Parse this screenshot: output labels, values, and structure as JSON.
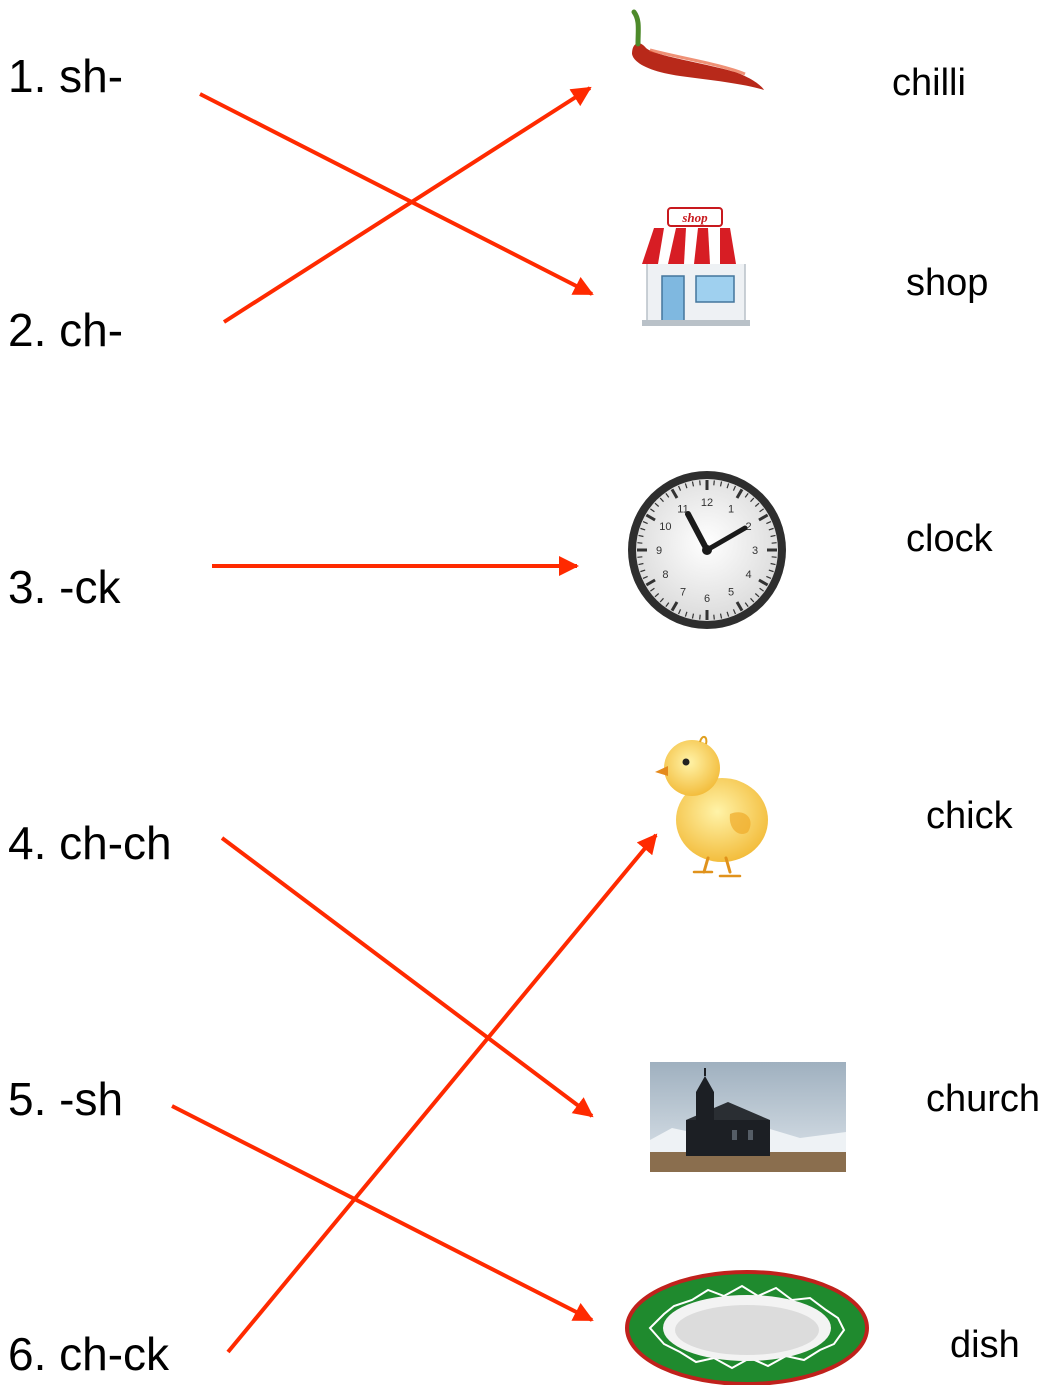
{
  "left_items": [
    {
      "label": "1. sh-"
    },
    {
      "label": "2. ch-"
    },
    {
      "label": "3. -ck"
    },
    {
      "label": "4. ch-ch"
    },
    {
      "label": "5. -sh"
    },
    {
      "label": "6. ch-ck"
    }
  ],
  "right_items": [
    {
      "word": "chilli",
      "icon": "chilli-icon"
    },
    {
      "word": "shop",
      "icon": "shop-icon",
      "sign_text": "shop"
    },
    {
      "word": "clock",
      "icon": "clock-icon",
      "dial_numbers": [
        "12",
        "1",
        "2",
        "3",
        "4",
        "5",
        "6",
        "7",
        "8",
        "9",
        "10",
        "11"
      ]
    },
    {
      "word": "chick",
      "icon": "chick-icon"
    },
    {
      "word": "church",
      "icon": "church-icon"
    },
    {
      "word": "dish",
      "icon": "dish-icon"
    }
  ],
  "connections": [
    {
      "from": 1,
      "to": 2
    },
    {
      "from": 2,
      "to": 1
    },
    {
      "from": 3,
      "to": 3
    },
    {
      "from": 4,
      "to": 5
    },
    {
      "from": 5,
      "to": 6
    },
    {
      "from": 6,
      "to": 4
    }
  ],
  "colors": {
    "arrow": "#ff2a00",
    "text": "#000000"
  }
}
